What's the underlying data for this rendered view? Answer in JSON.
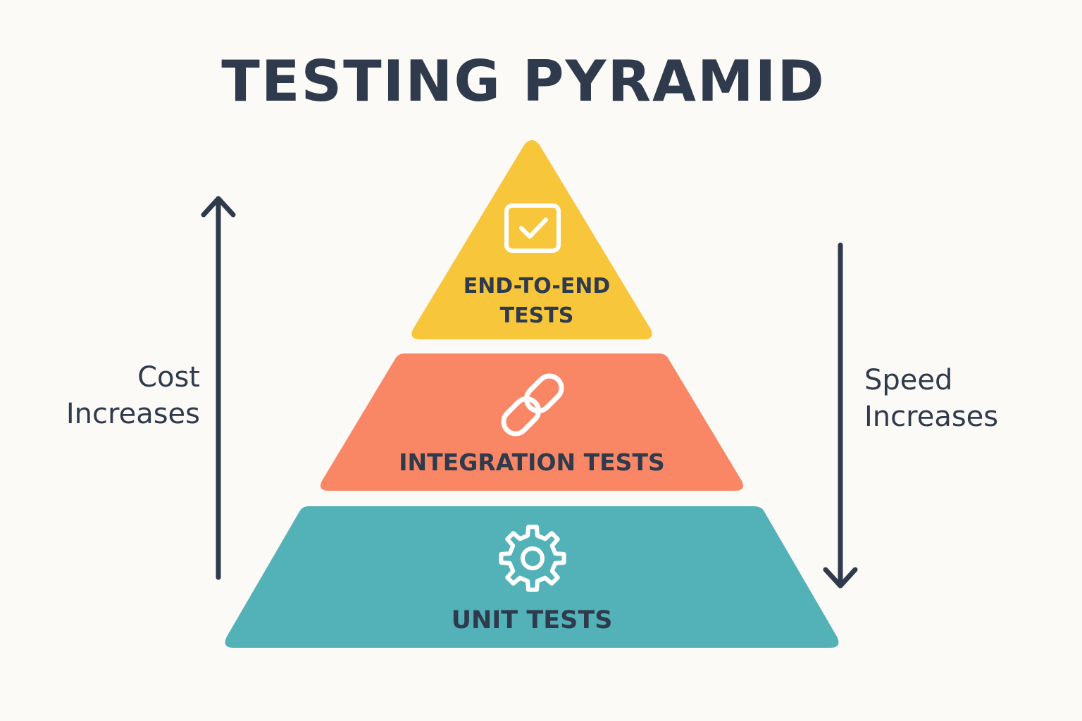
{
  "title": "TESTING PYRAMID",
  "colors": {
    "background": "#FBFAF6",
    "text": "#2F3B4C",
    "arrow": "#2F3B4C",
    "icon": "#FFFFFF",
    "top_tier": "#F8C63A",
    "middle_tier": "#F98766",
    "bottom_tier": "#53B2B8"
  },
  "left_axis": {
    "direction": "up",
    "label_lines": [
      "Cost",
      "Increases"
    ]
  },
  "right_axis": {
    "direction": "down",
    "label_lines": [
      "Speed",
      "Increases"
    ]
  },
  "tiers": [
    {
      "level": "top",
      "label_lines": [
        "END-TO-END",
        "TESTS"
      ],
      "icon": "checkbox-check-icon"
    },
    {
      "level": "middle",
      "label_lines": [
        "INTEGRATION TESTS"
      ],
      "icon": "link-chain-icon"
    },
    {
      "level": "bottom",
      "label_lines": [
        "UNIT TESTS"
      ],
      "icon": "gear-icon"
    }
  ]
}
